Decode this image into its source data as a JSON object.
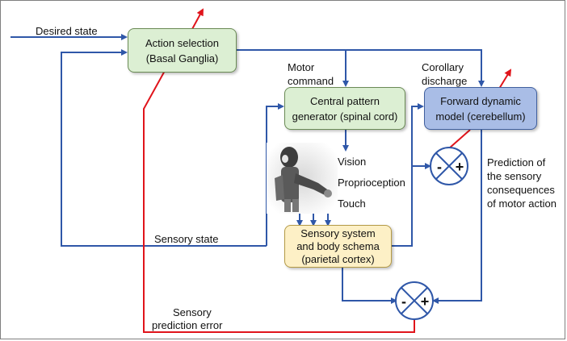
{
  "inputs": {
    "desired_state": "Desired state"
  },
  "boxes": {
    "action_selection": {
      "line1": "Action selection",
      "line2": "(Basal Ganglia)"
    },
    "central_pattern": {
      "line1": "Central pattern",
      "line2": "generator (spinal cord)"
    },
    "forward_model": {
      "line1": "Forward dynamic",
      "line2": "model (cerebellum)"
    },
    "sensory_system": {
      "line1": "Sensory system",
      "line2": "and body schema",
      "line3": "(parietal cortex)"
    }
  },
  "labels": {
    "motor_command": {
      "line1": "Motor",
      "line2": "command"
    },
    "corollary_discharge": {
      "line1": "Corollary",
      "line2": "discharge"
    },
    "vision": "Vision",
    "proprioception": "Proprioception",
    "touch": "Touch",
    "sensory_state": "Sensory state",
    "prediction": {
      "line1": "Prediction of",
      "line2": "the sensory",
      "line3": "consequences",
      "line4": "of motor action"
    },
    "sensory_prediction_error": {
      "line1": "Sensory",
      "line2": "prediction error"
    }
  },
  "comparators": {
    "upper": {
      "minus": "-",
      "plus": "+"
    },
    "lower": {
      "minus": "-",
      "plus": "+"
    }
  },
  "colors": {
    "flow": "#2f57a8",
    "error": "#e0141b"
  }
}
